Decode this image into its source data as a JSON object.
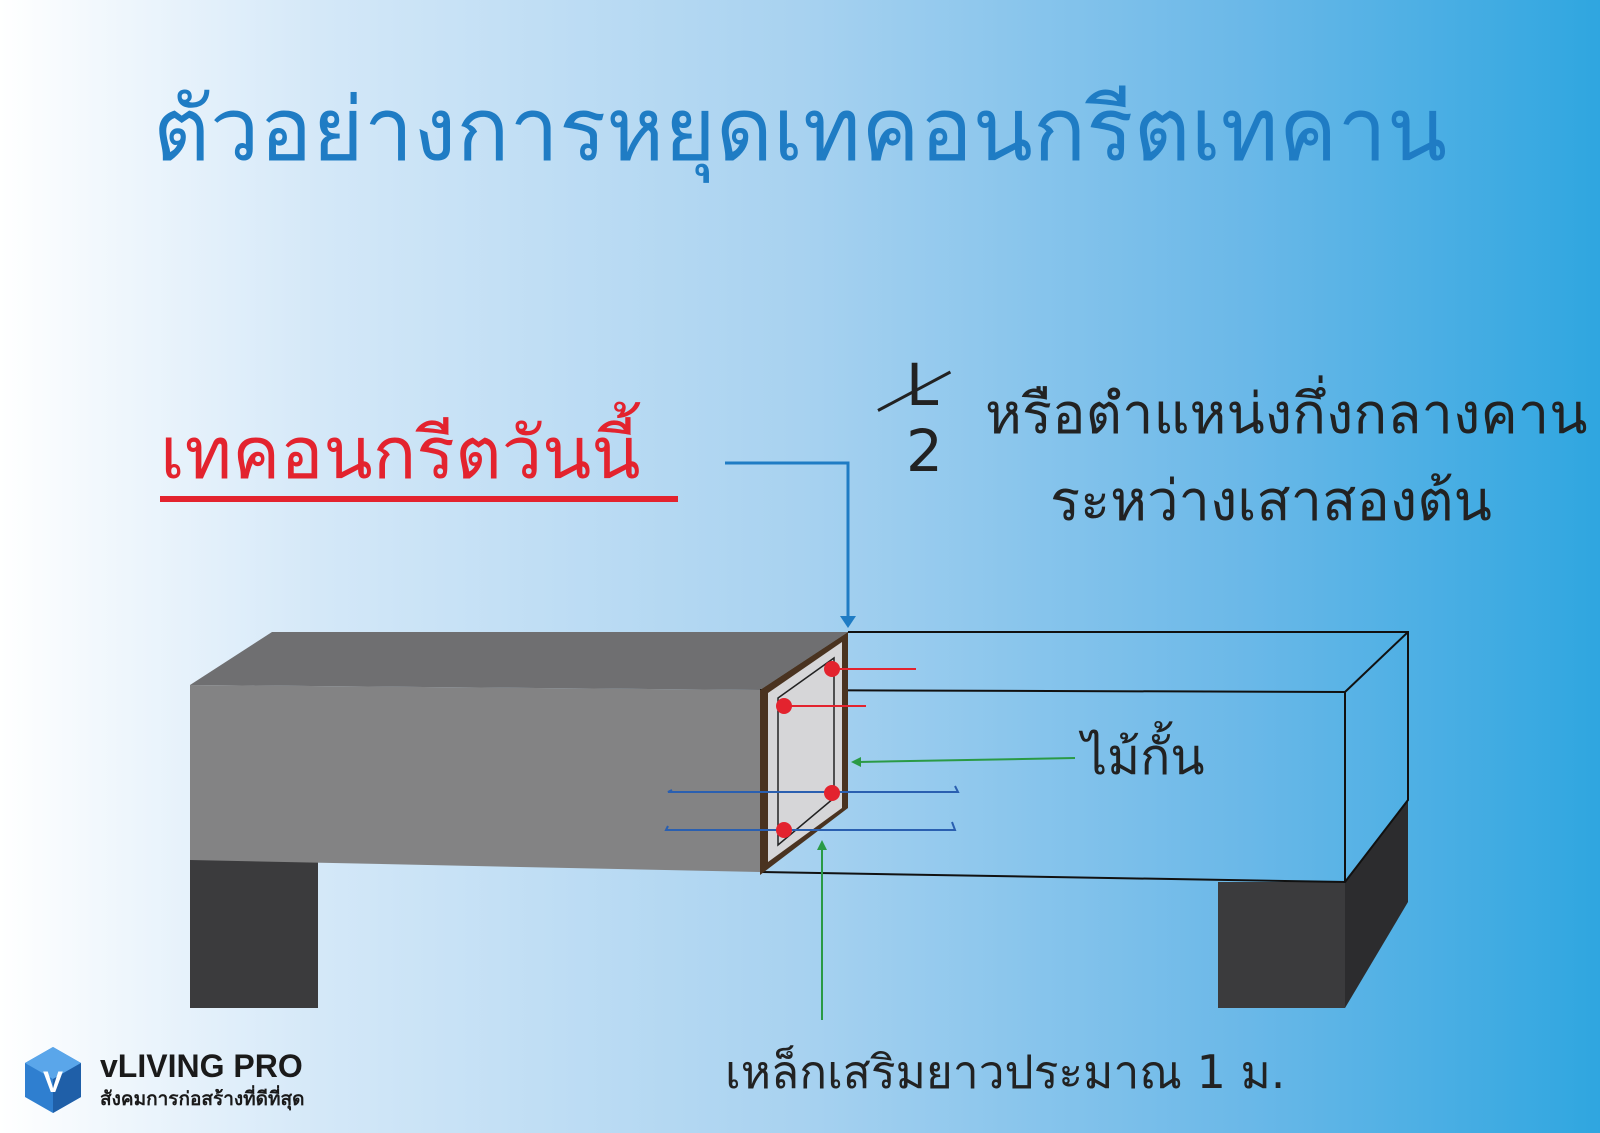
{
  "title": "ตัวอย่างการหยุดเทคอนกรีตเทคาน",
  "labels": {
    "today_pour": "เทคอนกรีตวันนี้",
    "fraction_numerator": "L",
    "fraction_denominator": "2",
    "midspan_line1": "หรือตำแหน่งกึ่งกลางคาน",
    "midspan_line2": "ระหว่างเสาสองต้น",
    "formwork_stop": "ไม้กั้น",
    "rebar_extension": "เหล็กเสริมยาวประมาณ 1 ม."
  },
  "brand": {
    "logo_letter": "V",
    "name": "vLIVING PRO",
    "tagline": "สังคมการก่อสร้างที่ดีที่สุด"
  },
  "colors": {
    "title": "#1f7cc4",
    "today_label": "#e3232e",
    "poured_beam": "#838384",
    "column": "#3b3b3d",
    "stop_board": "#4a3320",
    "rebar_dot": "#e3232e",
    "stirrup": "#2a5fb0",
    "pointer_blue": "#1f7cc4",
    "pointer_green": "#2a9a45"
  }
}
